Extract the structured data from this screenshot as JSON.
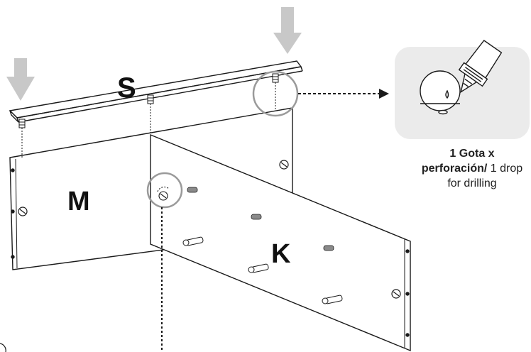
{
  "labels": {
    "shelf_top": "S",
    "panel_left": "M",
    "panel_front": "K"
  },
  "caption": {
    "bold_part": "1 Gota x perforación/",
    "regular_part": " 1 drop for drilling"
  },
  "colors": {
    "arrow": "#c8c8c8",
    "circle": "#9a9a9a",
    "inset_bg": "#ebebeb",
    "line": "#1a1a1a"
  },
  "icons": [
    "down-arrow-icon",
    "glue-bottle-icon",
    "dowel-icon",
    "cam-lock-icon",
    "rotate-icon"
  ]
}
